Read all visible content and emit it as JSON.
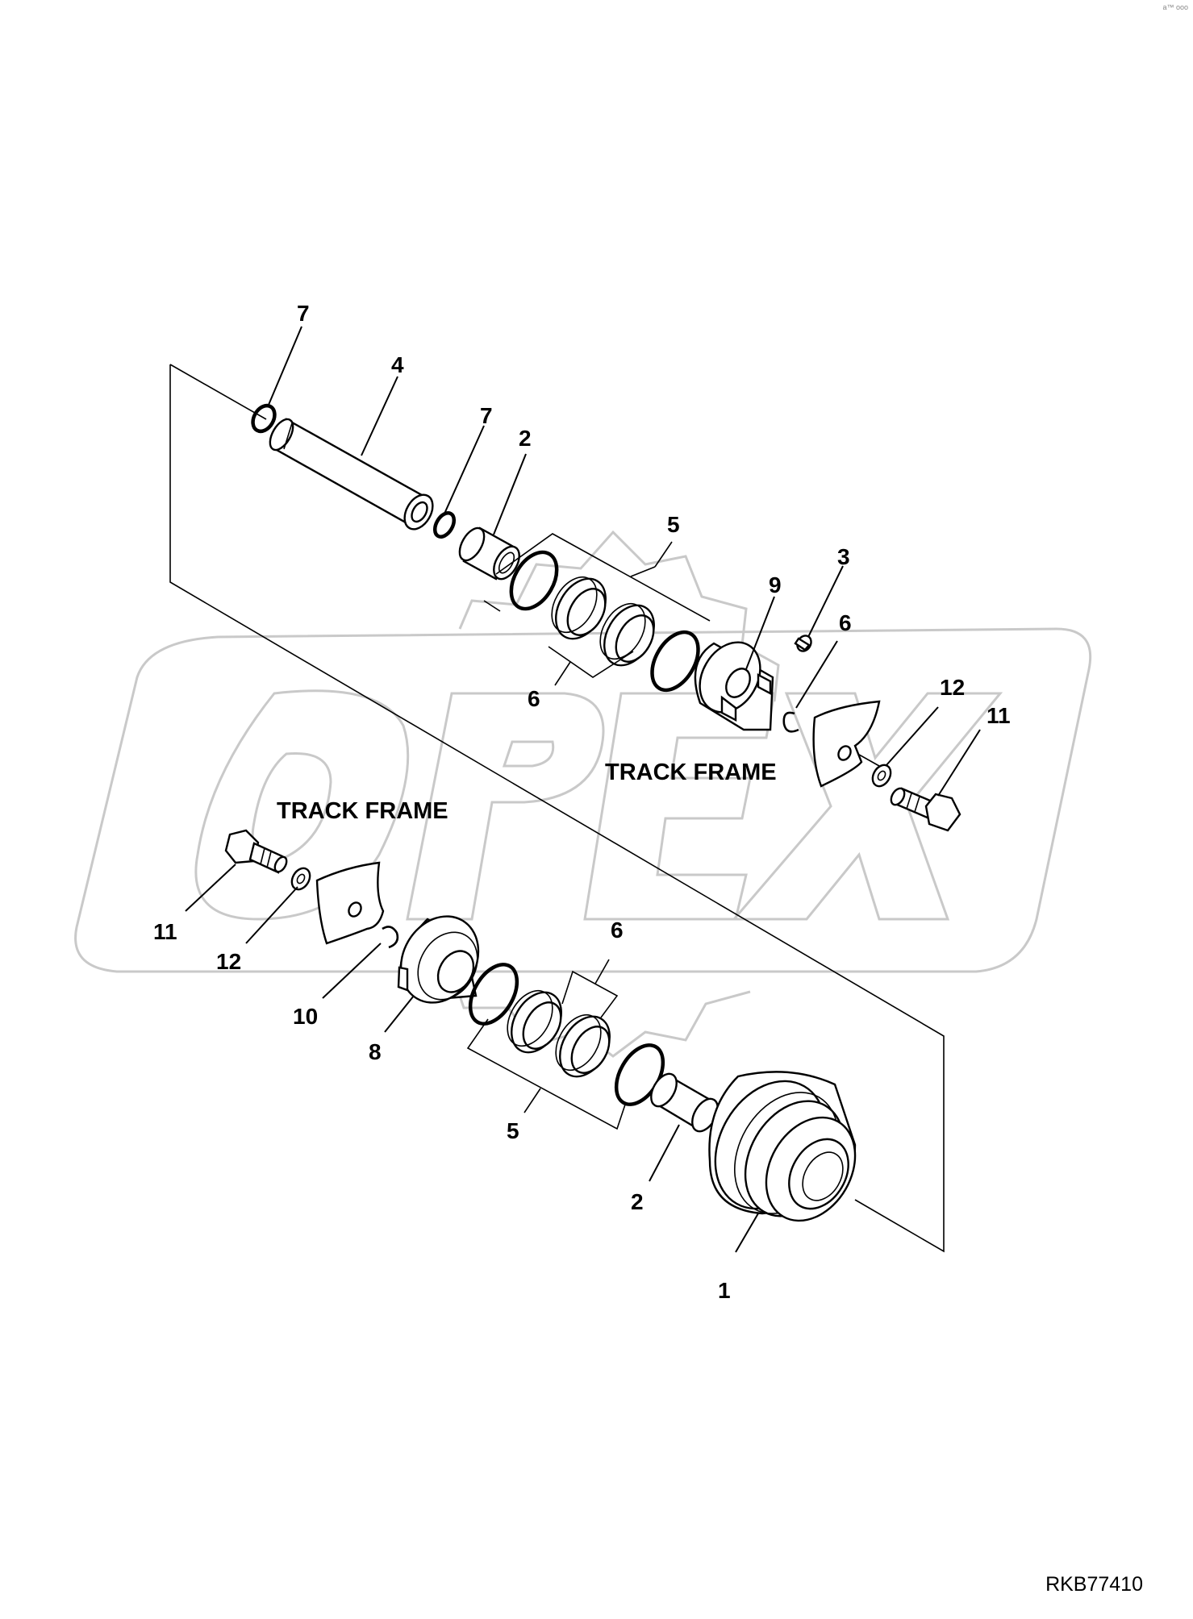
{
  "corner_mark": "a™ ooo",
  "watermark_text": "OPEX",
  "drawing_id": "RKB77410",
  "frame_labels": [
    "TRACK FRAME",
    "TRACK FRAME"
  ],
  "callouts": [
    "7",
    "4",
    "7",
    "2",
    "5",
    "6",
    "9",
    "3",
    "6",
    "12",
    "11",
    "11",
    "12",
    "10",
    "8",
    "6",
    "5",
    "2",
    "1"
  ],
  "colors": {
    "ink": "#000000",
    "watermark": "#c9c9c9",
    "background": "#ffffff"
  }
}
